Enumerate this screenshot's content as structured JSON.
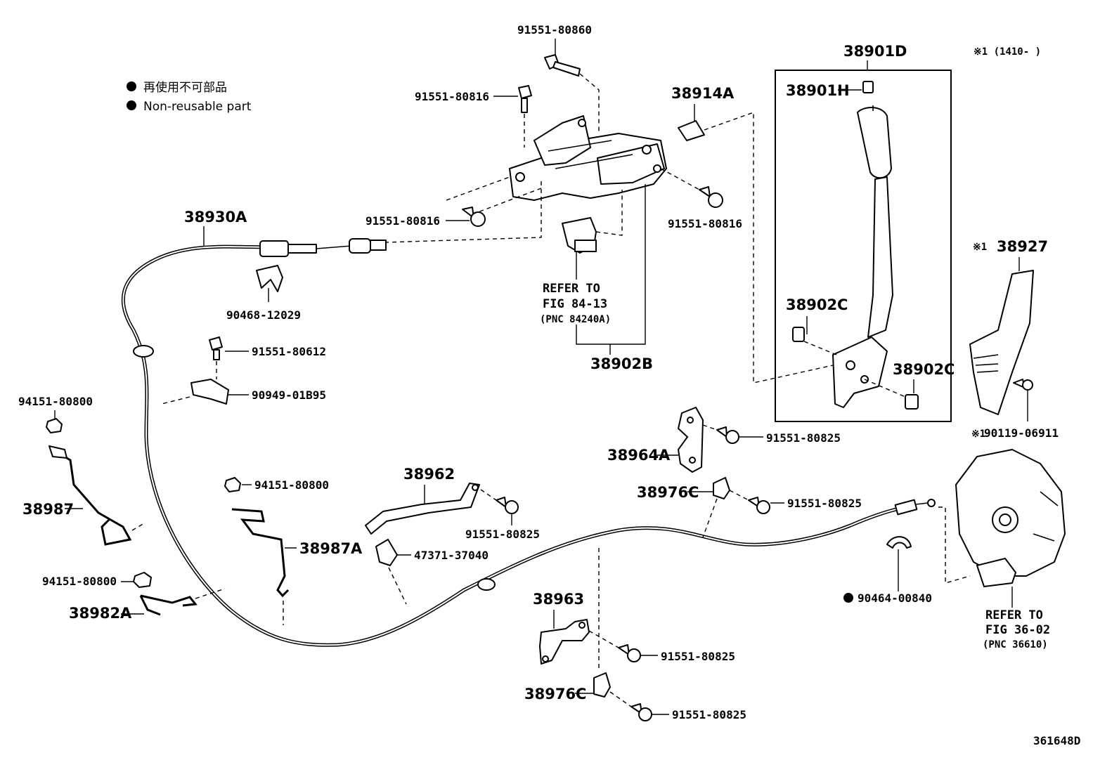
{
  "legend": {
    "jp": "再使用不可部品",
    "en": "Non-reusable part"
  },
  "note_range": "※1 (1410-      )",
  "part_labels": {
    "p_91551_80860": "91551-80860",
    "p_91551_80816_a": "91551-80816",
    "p_91551_80816_b": "91551-80816",
    "p_91551_80816_c": "91551-80816",
    "p_38914A": "38914A",
    "p_38901D": "38901D",
    "p_38901H": "38901H",
    "p_38930A": "38930A",
    "p_90468_12029": "90468-12029",
    "p_91551_80612": "91551-80612",
    "p_90949_01B95": "90949-01B95",
    "p_94151_80800_a": "94151-80800",
    "p_94151_80800_b": "94151-80800",
    "p_94151_80800_c": "94151-80800",
    "p_38987": "38987",
    "p_38987A": "38987A",
    "p_38982A": "38982A",
    "p_38962": "38962",
    "p_91551_80825_a": "91551-80825",
    "p_91551_80825_b": "91551-80825",
    "p_91551_80825_c": "91551-80825",
    "p_91551_80825_d": "91551-80825",
    "p_91551_80825_e": "91551-80825",
    "p_47371_37040": "47371-37040",
    "p_38964A": "38964A",
    "p_38976C_a": "38976C",
    "p_38976C_b": "38976C",
    "p_38963": "38963",
    "p_38902B": "38902B",
    "p_38902C_a": "38902C",
    "p_38902C_b": "38902C",
    "p_38927": "38927",
    "p_38927_mark": "※1",
    "p_90119_06911": "90119-06911",
    "p_90119_mark": "※1",
    "p_90464_00840": "90464-00840"
  },
  "references": {
    "ref_84_line1": "REFER TO",
    "ref_84_line2": "FIG 84-13",
    "ref_84_line3": "(PNC 84240A)",
    "ref_36_line1": "REFER TO",
    "ref_36_line2": "FIG 36-02",
    "ref_36_line3": "(PNC 36610)"
  },
  "figure_id": "361648D"
}
